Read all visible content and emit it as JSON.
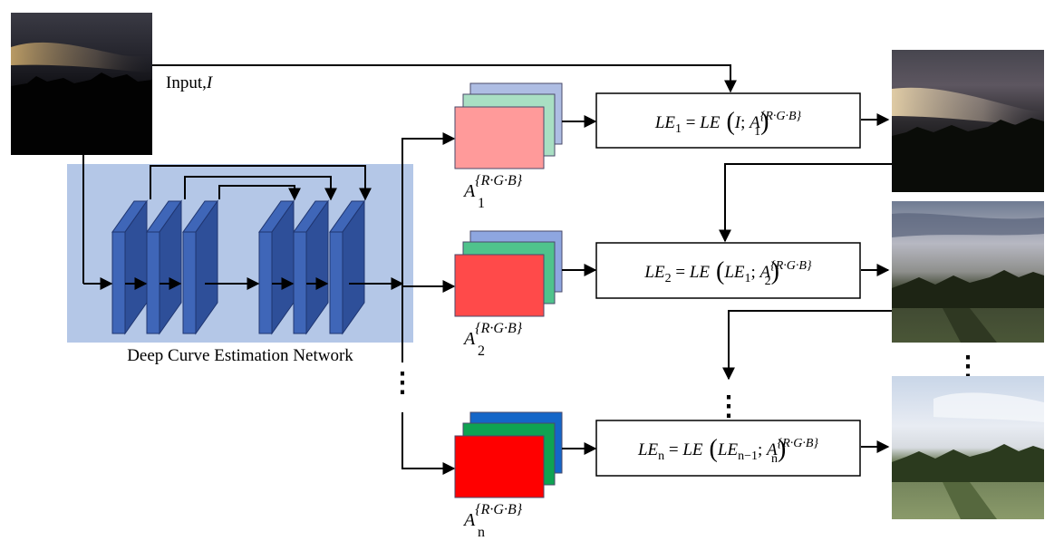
{
  "input_label": {
    "text": "Input,",
    "symbol": "I"
  },
  "network": {
    "title": "Deep Curve Estimation Network",
    "panel_color": "#b4c7e7",
    "layer_front_color": "#3f66b8",
    "layer_side_color": "#2e4f99",
    "layer_edge_color": "#1f3570"
  },
  "vertical_ellipsis_left": "⋮",
  "curve_maps": [
    {
      "base": "A",
      "subscript": "1",
      "superscript": "{R·G·B}",
      "colors": {
        "back": "#aebde3",
        "middle": "#a9dfc3",
        "front": "#ff9a9a"
      }
    },
    {
      "base": "A",
      "subscript": "2",
      "superscript": "{R·G·B}",
      "colors": {
        "back": "#8ea6e0",
        "middle": "#4fc38c",
        "front": "#ff4a4a"
      }
    },
    {
      "base": "A",
      "subscript": "n",
      "superscript": "{R·G·B}",
      "colors": {
        "back": "#1466c8",
        "middle": "#0fa352",
        "front": "#ff0000"
      }
    }
  ],
  "le_boxes": [
    {
      "lhs": "LE",
      "lhs_sub": "1",
      "eq": "=",
      "fn": "LE",
      "arg": "I",
      "arg_sub": "",
      "semi": ";",
      "map": "A",
      "map_sub": "1",
      "map_sup": "{R·G·B}"
    },
    {
      "lhs": "LE",
      "lhs_sub": "2",
      "eq": "=",
      "fn": "LE",
      "arg": "LE",
      "arg_sub": "1",
      "semi": ";",
      "map": "A",
      "map_sub": "2",
      "map_sup": "{R·G·B}"
    },
    {
      "lhs": "LE",
      "lhs_sub": "n",
      "eq": "=",
      "fn": "LE",
      "arg": "LE",
      "arg_sub": "n−1",
      "semi": ";",
      "map": "A",
      "map_sub": "n",
      "map_sup": "{R·G·B}"
    }
  ],
  "vertical_ellipsis_middle": "⋮",
  "vertical_ellipsis_right": "⋮"
}
